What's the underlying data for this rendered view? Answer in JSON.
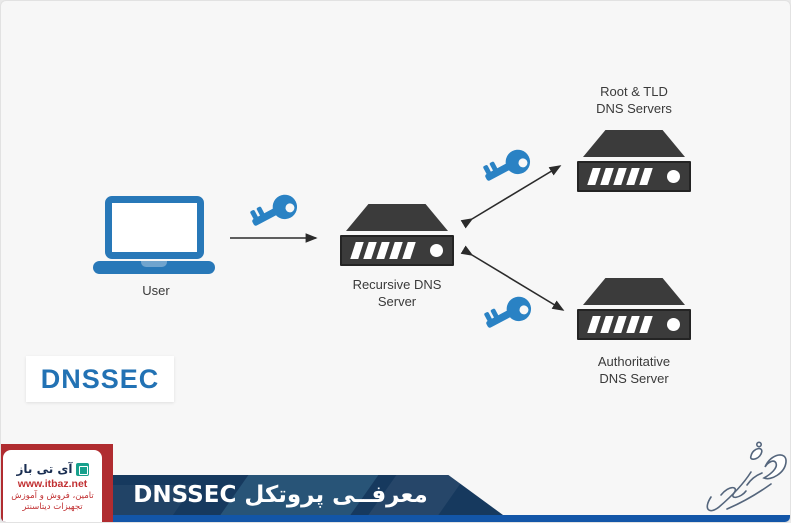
{
  "background_color": "#f7f7f7",
  "diagram": {
    "user": {
      "label": "User",
      "icon": "laptop-icon",
      "color": "#2878b8"
    },
    "recursive_server": {
      "label_line1": "Recursive DNS",
      "label_line2": "Server",
      "icon": "server-icon"
    },
    "root_server": {
      "label_line1": "Root & TLD",
      "label_line2": "DNS Servers",
      "icon": "server-icon"
    },
    "authoritative_server": {
      "label_line1": "Authoritative",
      "label_line2": "DNS Server",
      "icon": "server-icon"
    },
    "keys": {
      "icon": "key-icon",
      "color": "#2a82c4",
      "count": 3
    },
    "badge": {
      "label": "DNSSEC",
      "text_color": "#2272b4",
      "bg_color": "#ffffff"
    },
    "server_color": "#3b3b3b",
    "arrow_color": "#2b2b2b"
  },
  "footer": {
    "banner": {
      "title": "معرفــی پروتکل DNSSEC",
      "bg_color": "#16395e",
      "text_color": "#ffffff"
    },
    "strip_color": "#1356a8",
    "publisher": {
      "bg_color": "#b02c30",
      "brand": "آی تی باز",
      "brand_logo": "itbaz-logo-mark",
      "website": "www.itbaz.net",
      "tagline_line1": "تامین، فروش و آموزش",
      "tagline_line2": "تجهیزات دیتاسنتر"
    },
    "watermark": "signature-watermark"
  }
}
